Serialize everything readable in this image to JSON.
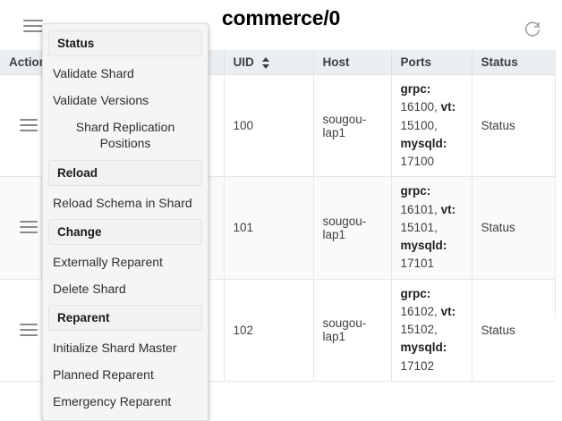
{
  "header": {
    "title": "commerce/0",
    "menu_icon": "hamburger-icon",
    "refresh_icon": "refresh-icon"
  },
  "table": {
    "columns": [
      {
        "key": "actions",
        "label": "Actions",
        "sortable": false
      },
      {
        "key": "uid",
        "label": "UID",
        "sortable": true,
        "sort_icon": "sort-arrows-icon"
      },
      {
        "key": "host",
        "label": "Host",
        "sortable": false
      },
      {
        "key": "ports",
        "label": "Ports",
        "sortable": false
      },
      {
        "key": "status",
        "label": "Status",
        "sortable": false
      }
    ],
    "rows": [
      {
        "action_icon": "hamburger-icon",
        "uid": "100",
        "host": "sougou-lap1",
        "ports": {
          "grpc_label": "grpc:",
          "grpc": "16100,",
          "vt_label": "vt:",
          "vt": "15100,",
          "mysqld_label": "mysqld:",
          "mysqld": "17100"
        },
        "status": "Status"
      },
      {
        "action_icon": "hamburger-icon",
        "uid": "101",
        "host": "sougou-lap1",
        "ports": {
          "grpc_label": "grpc:",
          "grpc": "16101,",
          "vt_label": "vt:",
          "vt": "15101,",
          "mysqld_label": "mysqld:",
          "mysqld": "17101"
        },
        "status": "Status"
      },
      {
        "action_icon": "hamburger-icon",
        "uid": "102",
        "host": "sougou-lap1",
        "ports": {
          "grpc_label": "grpc:",
          "grpc": "16102,",
          "vt_label": "vt:",
          "vt": "15102,",
          "mysqld_label": "mysqld:",
          "mysqld": "17102"
        },
        "status": "Status"
      }
    ]
  },
  "action_menu": {
    "sections": [
      {
        "title": "Status",
        "items": [
          {
            "label": "Validate Shard",
            "centered": false
          },
          {
            "label": "Validate Versions",
            "centered": false
          },
          {
            "label": "Shard Replication Positions",
            "centered": true
          }
        ]
      },
      {
        "title": "Reload",
        "items": [
          {
            "label": "Reload Schema in Shard",
            "centered": false
          }
        ]
      },
      {
        "title": "Change",
        "items": [
          {
            "label": "Externally Reparent",
            "centered": false
          },
          {
            "label": "Delete Shard",
            "centered": false
          }
        ]
      },
      {
        "title": "Reparent",
        "items": [
          {
            "label": "Initialize Shard Master",
            "centered": false
          },
          {
            "label": "Planned Reparent",
            "centered": false
          },
          {
            "label": "Emergency Reparent",
            "centered": false
          }
        ]
      }
    ]
  },
  "colors": {
    "header_bg": "#eceff1",
    "menu_bg": "#f5f5f5",
    "border": "#e0e0e0",
    "text": "#3c4043",
    "icon": "#8a8a8a"
  }
}
